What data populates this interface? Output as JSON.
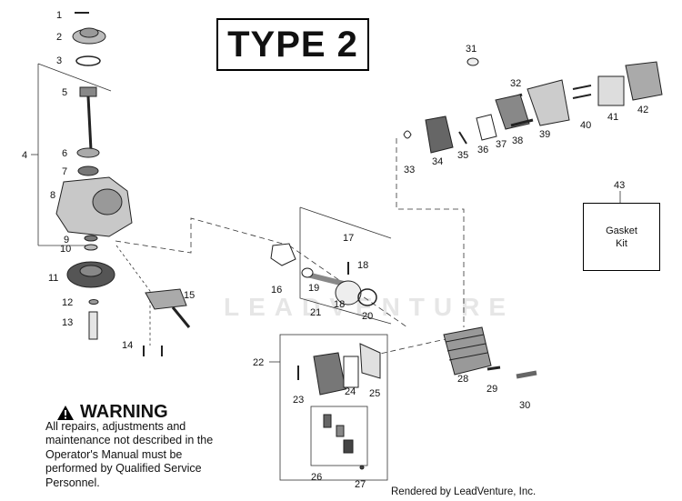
{
  "title": "TYPE 2",
  "kit": {
    "number": "43",
    "line1": "Gasket",
    "line2": "Kit"
  },
  "warning": {
    "title": "WARNING",
    "text": "All repairs, adjustments and maintenance not described in the Operator's Manual must be performed by Qualified Service Personnel."
  },
  "watermark": "LEADVENTURE",
  "footer": "Rendered by LeadVenture, Inc.",
  "labels": [
    "1",
    "2",
    "3",
    "4",
    "5",
    "6",
    "7",
    "8",
    "9",
    "10",
    "11",
    "12",
    "13",
    "14",
    "15",
    "16",
    "17",
    "18",
    "18",
    "19",
    "20",
    "21",
    "22",
    "23",
    "24",
    "25",
    "26",
    "27",
    "28",
    "29",
    "30",
    "31",
    "32",
    "33",
    "34",
    "35",
    "36",
    "37",
    "38",
    "39",
    "40",
    "41",
    "42"
  ]
}
